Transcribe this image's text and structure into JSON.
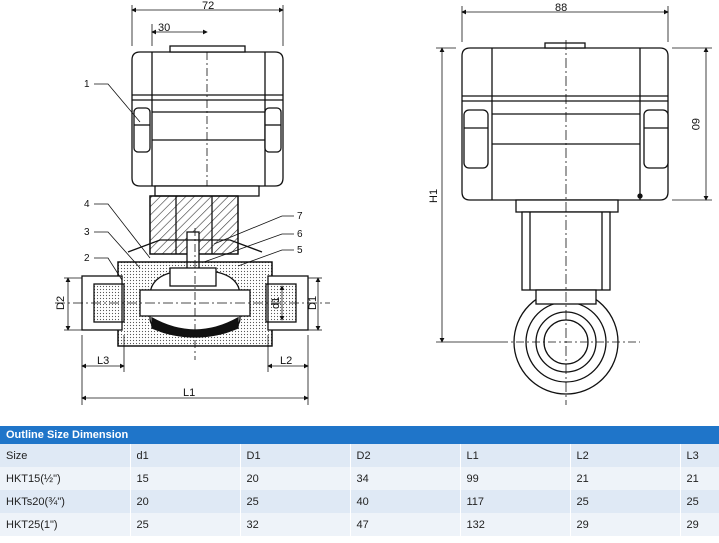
{
  "drawing": {
    "dims": {
      "width_72": "72",
      "width_30": "30",
      "width_88": "88",
      "height_60": "60",
      "h1": "H1",
      "d2": "D2",
      "d1_inner": "d1",
      "D1_outer": "D1",
      "l3": "L3",
      "l2": "L2",
      "l1": "L1"
    },
    "callouts": [
      "1",
      "2",
      "3",
      "4",
      "5",
      "6",
      "7"
    ]
  },
  "table": {
    "title": "Outline Size Dimension",
    "columns": [
      "Size",
      "d1",
      "D1",
      "D2",
      "L1",
      "L2",
      "L3"
    ],
    "rows": [
      [
        "HKT15(½\")",
        "15",
        "20",
        "34",
        "99",
        "21",
        "21"
      ],
      [
        "HKTs20(¾\")",
        "20",
        "25",
        "40",
        "117",
        "25",
        "25"
      ],
      [
        "HKT25(1\")",
        "25",
        "32",
        "47",
        "132",
        "29",
        "29"
      ]
    ]
  }
}
